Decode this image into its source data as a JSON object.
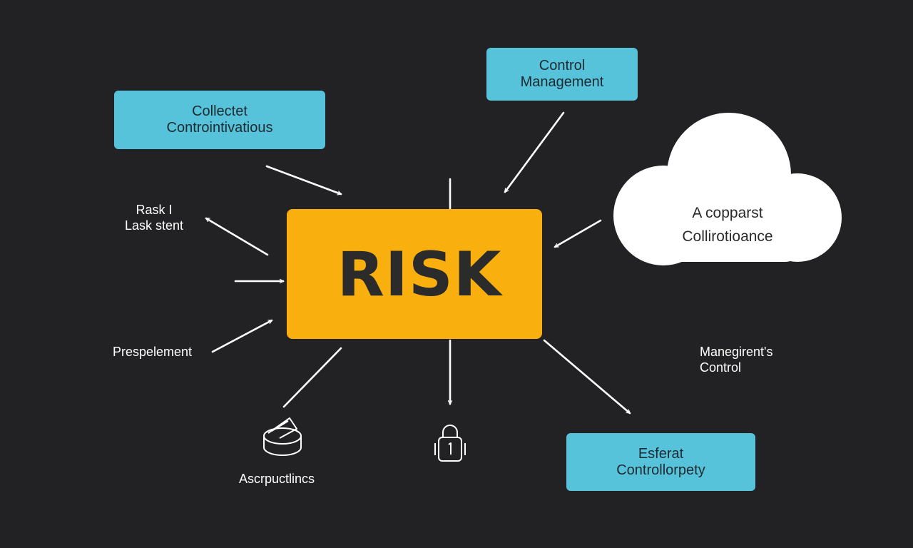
{
  "diagram": {
    "center": {
      "title": "RISK",
      "color": "#f9b00f"
    },
    "boxes": {
      "collect": {
        "line1": "Collectet",
        "line2": "Controintivatious"
      },
      "control_management": {
        "line1": "Control",
        "line2": "Management"
      },
      "esferat": {
        "line1": "Esferat",
        "line2": "Controllorpety"
      }
    },
    "cloud": {
      "line1": "A copparst",
      "line2": "Collirotioance"
    },
    "labels": {
      "risk": {
        "line1": "Rask I",
        "line2": "Lask stent"
      },
      "prespelement": "Prespelement",
      "manage": {
        "line1": "Manegirent's",
        "line2": "Control"
      },
      "ascr": "Ascrpuctlincs"
    },
    "icons": [
      "coin-stack-icon",
      "padlock-icon"
    ],
    "colors": {
      "background": "#222224",
      "box": "#56c3da",
      "arrow": "#ffffff"
    }
  }
}
